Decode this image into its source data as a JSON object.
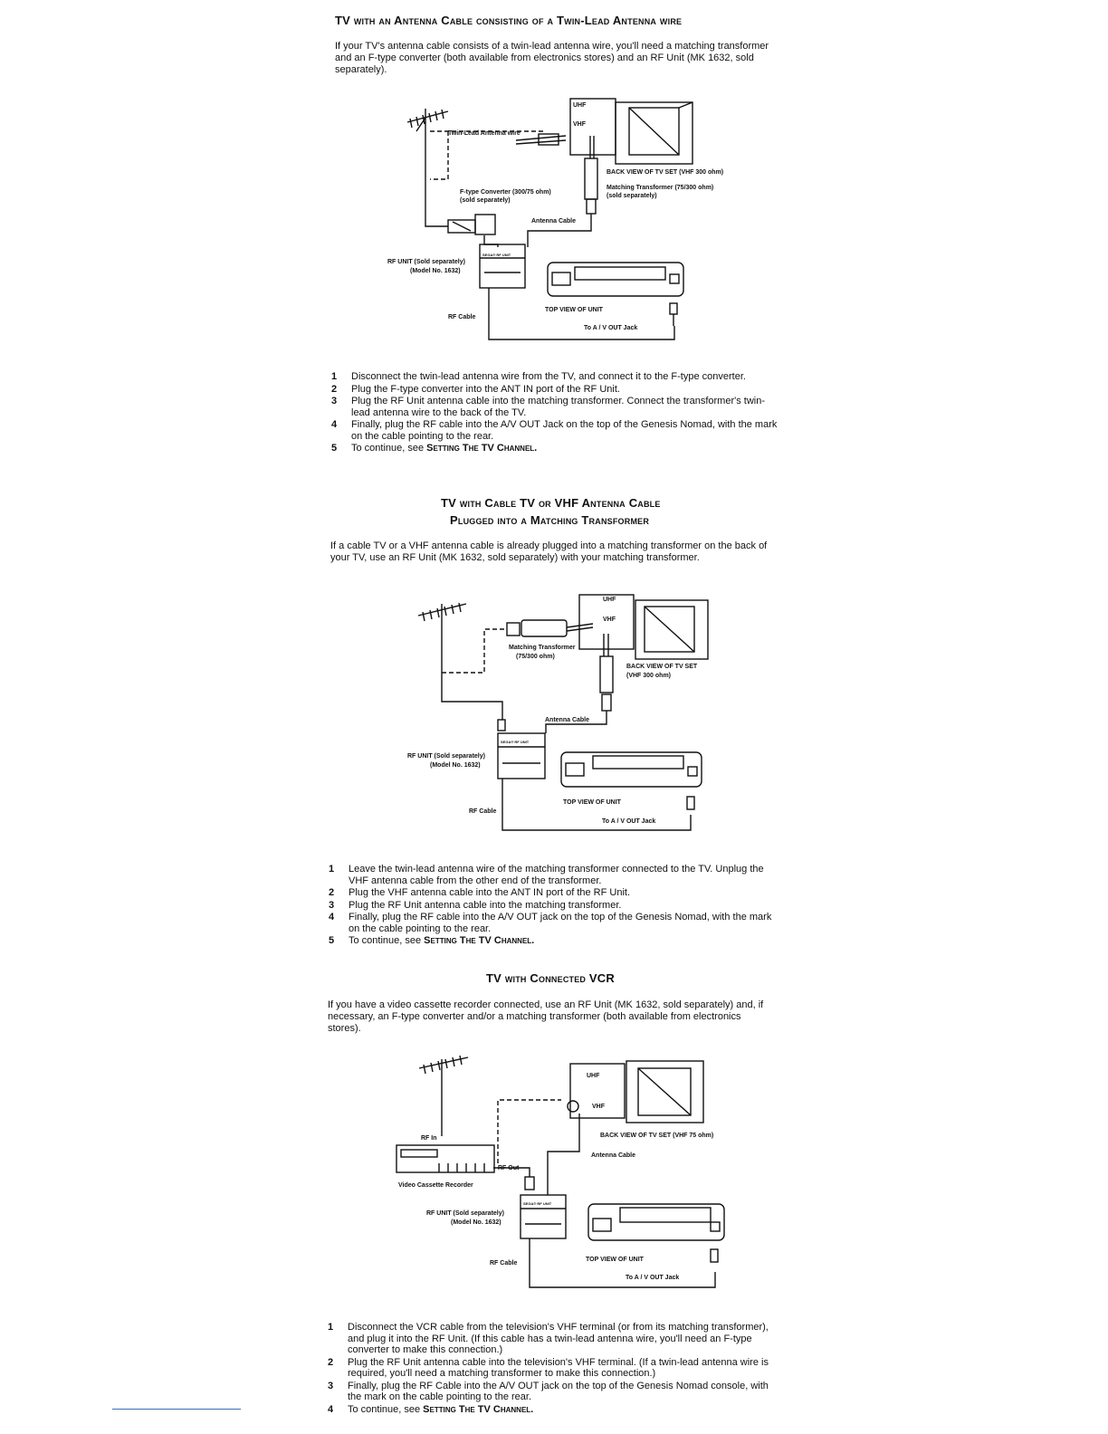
{
  "section1": {
    "title_a": "TV with an Antenna Cable consisting of a Twin-Lead Antenna wire",
    "intro": "If your TV's antenna cable consists of a twin-lead antenna wire, you'll need a matching transformer and an F-type converter (both available from electronics stores) and an RF Unit (MK 1632, sold separately).",
    "labels": {
      "uhf": "UHF",
      "vhf": "VHF",
      "twin_lead": "Twin-Lead Antenna wire",
      "back_view": "BACK VIEW OF TV SET (VHF 300 ohm)",
      "matching_transformer": "Matching Transformer (75/300 ohm)",
      "sold_sep1": "(sold separately)",
      "ftype": "F-type Converter (300/75 ohm)",
      "sold_sep2": "(sold separately)",
      "antenna_cable": "Antenna Cable",
      "rf_unit": "RF UNIT (Sold separately)",
      "model": "(Model No. 1632)",
      "rf_cable": "RF Cable",
      "top_view": "TOP VIEW OF UNIT",
      "av_out": "To A / V OUT Jack",
      "unit_text": "SEGA® RF UNIT"
    },
    "steps": [
      {
        "num": "1",
        "text": "Disconnect the twin-lead antenna wire from the TV, and connect it to the F-type converter."
      },
      {
        "num": "2",
        "text": "Plug the F-type converter into the ANT IN port of the RF Unit."
      },
      {
        "num": "3",
        "text": "Plug the RF Unit antenna cable into the matching transformer. Connect the transformer's twin-lead antenna wire to the back of the TV."
      },
      {
        "num": "4",
        "text": "Finally, plug the RF cable into the A/V OUT Jack on the top of the Genesis Nomad, with the mark on the cable pointing to the rear."
      },
      {
        "num": "5",
        "text": "To continue, see ",
        "ref": "Setting The TV Channel."
      }
    ]
  },
  "section2": {
    "title_a": "TV with Cable TV or VHF Antenna Cable",
    "title_b": "Plugged into a Matching Transformer",
    "intro": "If a cable TV or a VHF antenna cable is already plugged into a matching transformer on the back of your TV, use an RF Unit (MK 1632, sold separately) with your matching transformer.",
    "labels": {
      "uhf": "UHF",
      "vhf": "VHF",
      "matching_transformer": "Matching Transformer",
      "ratio": "(75/300 ohm)",
      "back_view": "BACK VIEW OF TV SET",
      "vhf300": "(VHF 300 ohm)",
      "antenna_cable": "Antenna Cable",
      "rf_unit": "RF UNIT (Sold separately)",
      "model": "(Model No. 1632)",
      "rf_cable": "RF Cable",
      "top_view": "TOP VIEW OF UNIT",
      "av_out": "To A / V OUT Jack",
      "unit_text": "SEGA® RF UNIT"
    },
    "steps": [
      {
        "num": "1",
        "text": "Leave the twin-lead antenna wire of the matching transformer connected to the TV. Unplug the VHF antenna cable from the other end of the transformer."
      },
      {
        "num": "2",
        "text": "Plug the VHF antenna cable into the ANT IN port of the RF Unit."
      },
      {
        "num": "3",
        "text": "Plug the RF Unit antenna cable into the matching transformer."
      },
      {
        "num": "4",
        "text": "Finally, plug the RF cable into the A/V OUT jack on the top of the Genesis Nomad, with the mark on the cable pointing to the rear."
      },
      {
        "num": "5",
        "text": "To continue, see ",
        "ref": "Setting The TV Channel."
      }
    ]
  },
  "section3": {
    "title_a": "TV with Connected VCR",
    "intro": "If you have a video cassette recorder connected, use an RF Unit (MK 1632, sold separately) and, if necessary, an F-type converter and/or a matching transformer (both available from electronics stores).",
    "labels": {
      "uhf": "UHF",
      "vhf": "VHF",
      "rf_in": "RF In",
      "rf_out": "RF Out",
      "vcr": "Video Cassette Recorder",
      "back_view": "BACK VIEW OF TV SET (VHF 75 ohm)",
      "antenna_cable": "Antenna Cable",
      "rf_unit": "RF UNIT (Sold separately)",
      "model": "(Model No. 1632)",
      "rf_cable": "RF Cable",
      "top_view": "TOP VIEW OF UNIT",
      "av_out": "To A / V OUT Jack",
      "unit_text": "SEGA® RF UNIT"
    },
    "steps": [
      {
        "num": "1",
        "text": "Disconnect the VCR cable from the television's VHF terminal (or from its matching transformer), and plug it into the RF Unit. (If this cable has a twin-lead antenna wire, you'll need an F-type converter to make this connection.)"
      },
      {
        "num": "2",
        "text": "Plug the RF Unit antenna cable into the television's VHF terminal. (If a twin-lead antenna wire is required, you'll need a matching transformer to make this connection.)"
      },
      {
        "num": "3",
        "text": "Finally, plug the RF Cable into the A/V OUT jack on the top of the Genesis Nomad console, with the mark on the cable pointing to the rear."
      },
      {
        "num": "4",
        "text": "To continue, see ",
        "ref": "Setting The TV Channel."
      }
    ]
  }
}
